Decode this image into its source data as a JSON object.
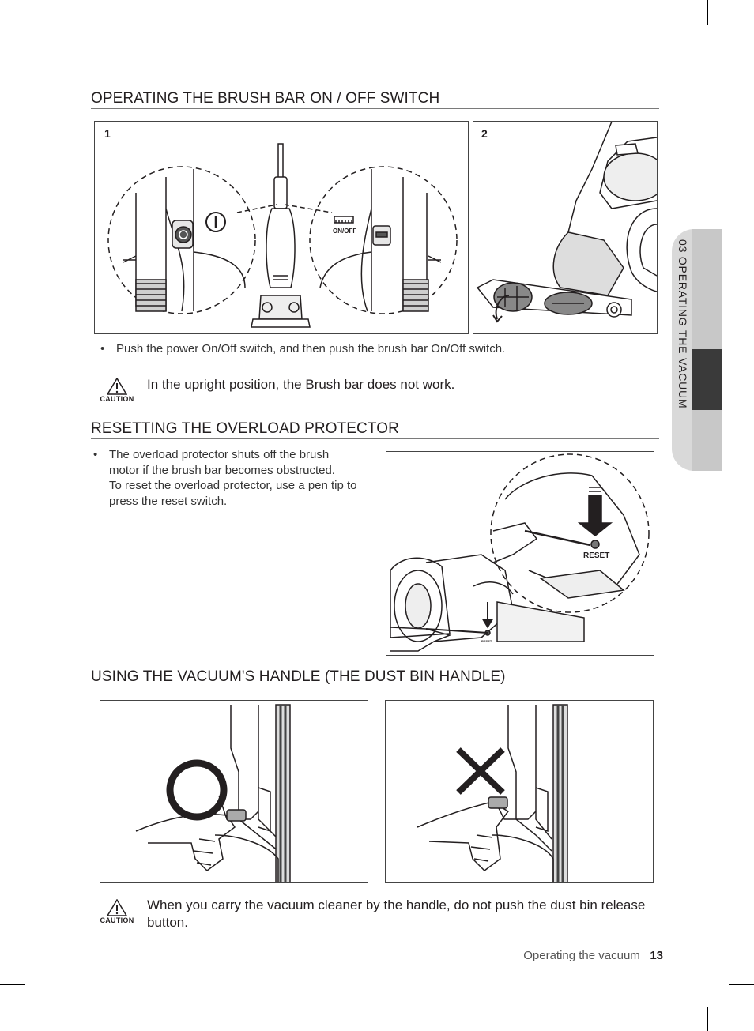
{
  "sections": {
    "brush_bar": {
      "title": "OPERATING THE BRUSH BAR ON / OFF SWITCH",
      "figure1_number": "1",
      "figure2_number": "2",
      "onoff_label": "ON/OFF",
      "bullet": "Push the power On/Off switch, and then push the brush bar On/Off switch.",
      "caution_label": "CAUTION",
      "caution_text": "In the upright position, the Brush bar does not work."
    },
    "overload": {
      "title": "RESETTING THE OVERLOAD PROTECTOR",
      "bullet_line1": "The overload protector shuts off the brush",
      "bullet_line2": "motor if the brush bar becomes obstructed.",
      "bullet_line3": "To reset the overload protector, use a pen tip to",
      "bullet_line4": "press the reset switch.",
      "reset_label": "RESET",
      "reset_small_label": "RESET"
    },
    "handle": {
      "title": "USING THE VACUUM'S HANDLE (THE DUST BIN HANDLE)",
      "caution_label": "CAUTION",
      "caution_text_line1": "When you carry the vacuum cleaner by the handle, do not push the dust bin release",
      "caution_text_line2": "button."
    }
  },
  "side_tab": {
    "label": "03  OPERATING THE VACUUM"
  },
  "footer": {
    "text": "Operating the vacuum _",
    "page": "13"
  }
}
